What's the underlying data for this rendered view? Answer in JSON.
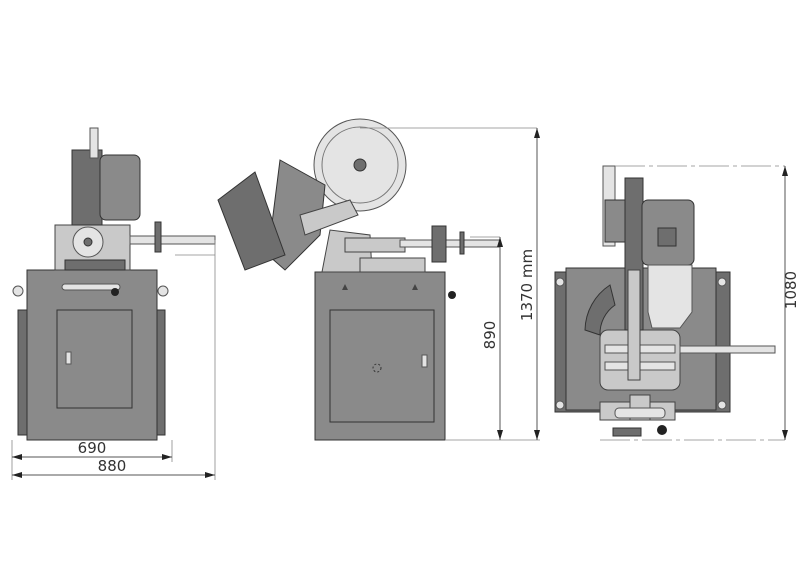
{
  "dimensions": {
    "front_width_inner": "690",
    "front_width_total": "880",
    "side_height_table": "890",
    "side_height_total": "1370 mm",
    "top_depth": "1080"
  },
  "colors": {
    "machine_body": "#8a8a8a",
    "machine_dark": "#6e6e6e",
    "machine_light": "#c9c9c9",
    "dimension_line": "#555555"
  }
}
